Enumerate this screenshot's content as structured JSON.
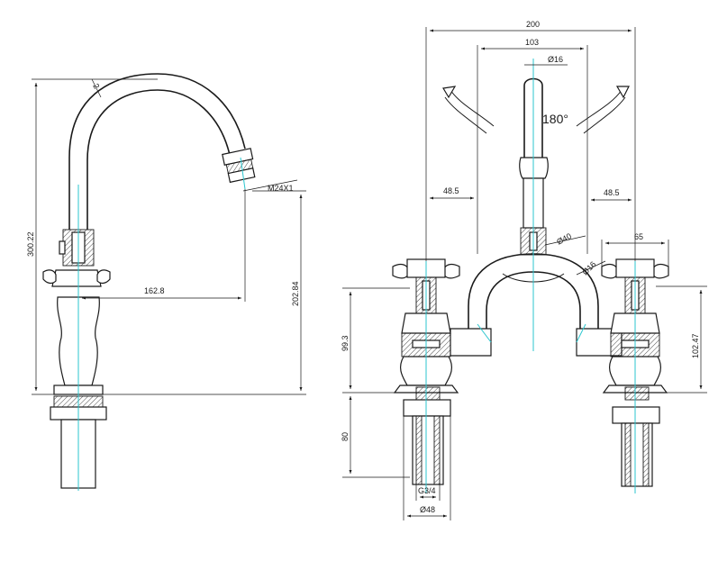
{
  "side_view": {
    "height_overall": "300.22",
    "spout_height": "202.84",
    "spout_reach": "162.8",
    "aerator_thread": "M24X1",
    "wall_mark": "2"
  },
  "front_view": {
    "width_overall": "200",
    "spout_base_width": "103",
    "spout_diameter": "Ø16",
    "rotation": "180°",
    "left_offset": "48.5",
    "right_offset": "48.5",
    "handle_span": "65",
    "bridge_diameter": "Ø40",
    "pipe_diameter": "Ø16",
    "left_valve_height": "99.3",
    "right_valve_height": "102.47",
    "tail_length": "80",
    "tail_thread": "G3/4",
    "flange_diameter": "Ø48"
  }
}
